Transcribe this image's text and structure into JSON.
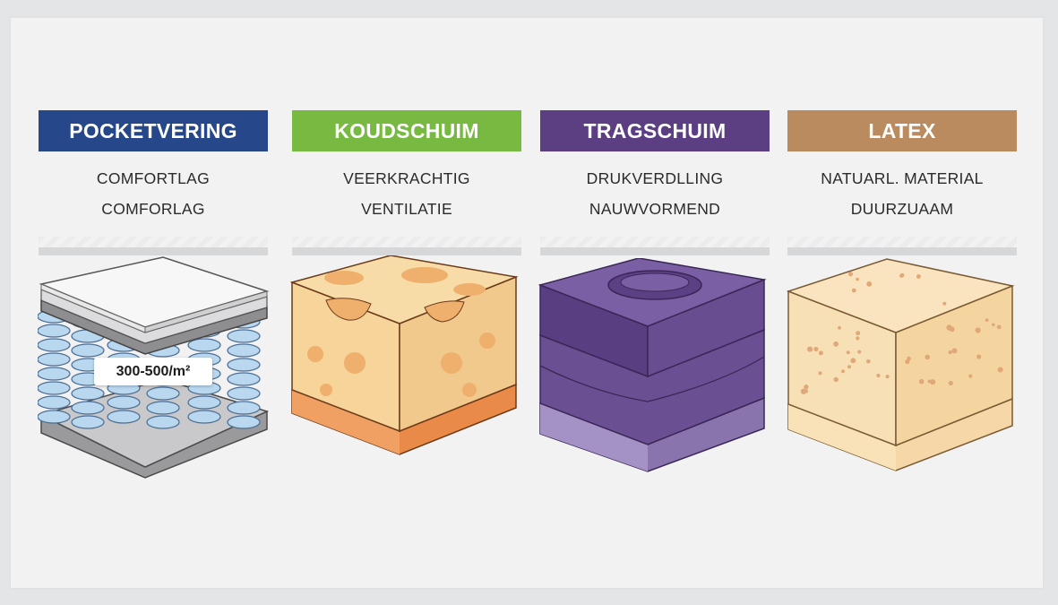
{
  "columns": [
    {
      "title": "POCKETVERING",
      "features": [
        "COMFORTLAG",
        "COMFORLAG"
      ],
      "color": "#26478a"
    },
    {
      "title": "KOUDSCHUIM",
      "features": [
        "VEERKRACHTIG",
        "VENTILATIE"
      ],
      "color": "#78b942"
    },
    {
      "title": "TRAGSCHUIM",
      "features": [
        "DRUKVERDLLING",
        "NAUWVORMEND"
      ],
      "color": "#5b3f82"
    },
    {
      "title": "LATEX",
      "features": [
        "NATUARL. MATERIAL",
        "DUURZUAAM"
      ],
      "color": "#b98b5e"
    }
  ],
  "spring_density_label": "300-500/m²",
  "icons": [
    "pocket-spring-mattress-icon",
    "cold-foam-block-icon",
    "memory-foam-block-icon",
    "latex-block-icon"
  ]
}
